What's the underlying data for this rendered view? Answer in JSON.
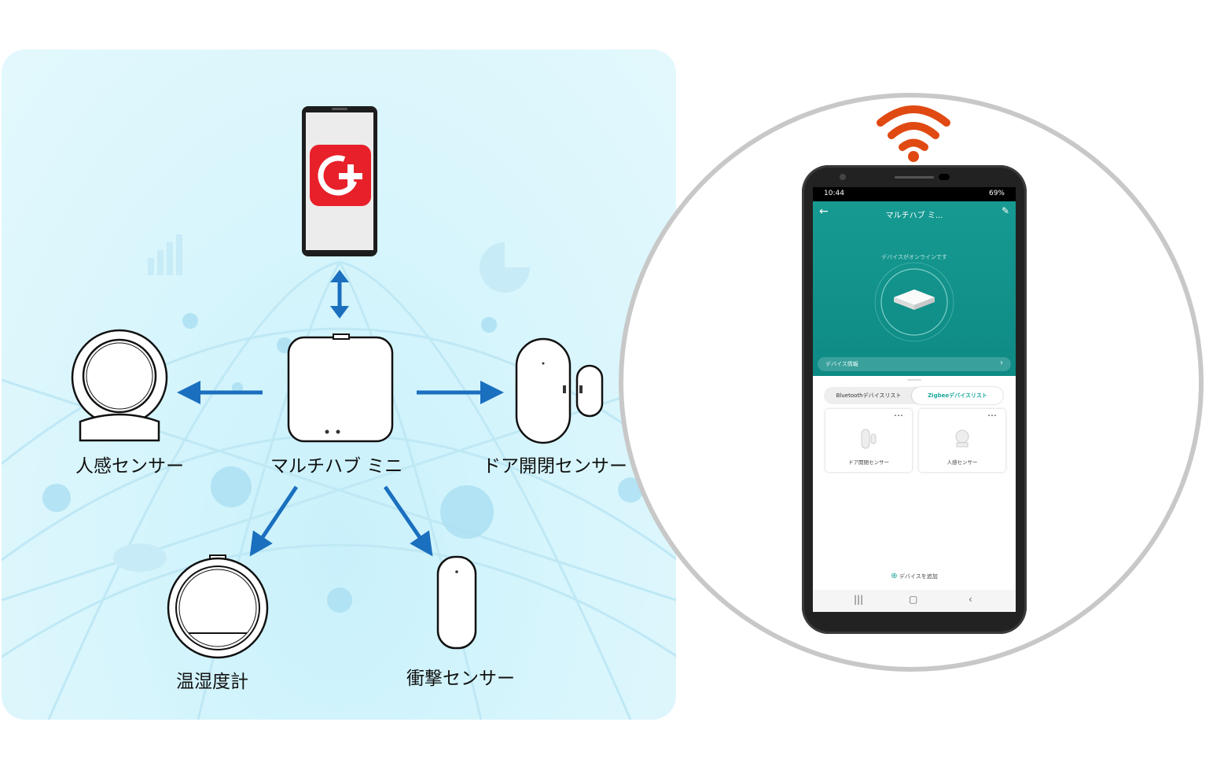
{
  "diagram": {
    "labels": {
      "motion_sensor": "人感センサー",
      "hub": "マルチハブ ミニ",
      "door_sensor": "ドア開閉センサー",
      "thermo": "温湿度計",
      "vibration": "衝撃センサー"
    },
    "colors": {
      "arrow": "#1a6fbf",
      "app_icon": "#e8202a",
      "wifi": "#e04a12"
    }
  },
  "phone_screen": {
    "status_left": "10:44",
    "status_right": "69%",
    "title": "マルチハブ ミ...",
    "online_text": "デバイスがオンラインです",
    "device_info": "デバイス情報",
    "tabs": [
      "Bluetoothデバイスリスト",
      "Zigbeeデバイスリスト"
    ],
    "cards": [
      "ドア開閉センサー",
      "人感センサー"
    ],
    "add_device": "デバイスを追加",
    "icons": {
      "back": "back-arrow-icon",
      "edit": "edit-pencil-icon",
      "wifi": "wifi-icon"
    }
  }
}
